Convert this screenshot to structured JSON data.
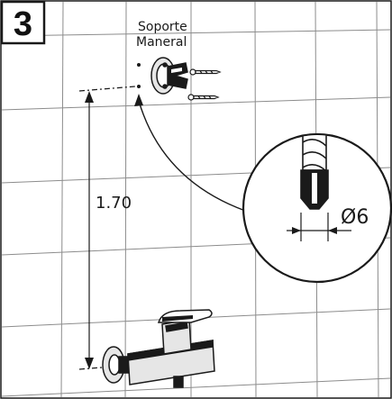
{
  "step_number": "3",
  "label_bracket_line1": "Soporte",
  "label_bracket_line2": "Maneral",
  "height_label": "1.70",
  "drill_diameter_label": "Ø6",
  "colors": {
    "line": "#1a1a1a",
    "tile_grout": "#8c8c8c",
    "metal_light": "#e6e6e6",
    "metal_dark": "#1a1a1a",
    "background": "#ffffff"
  }
}
